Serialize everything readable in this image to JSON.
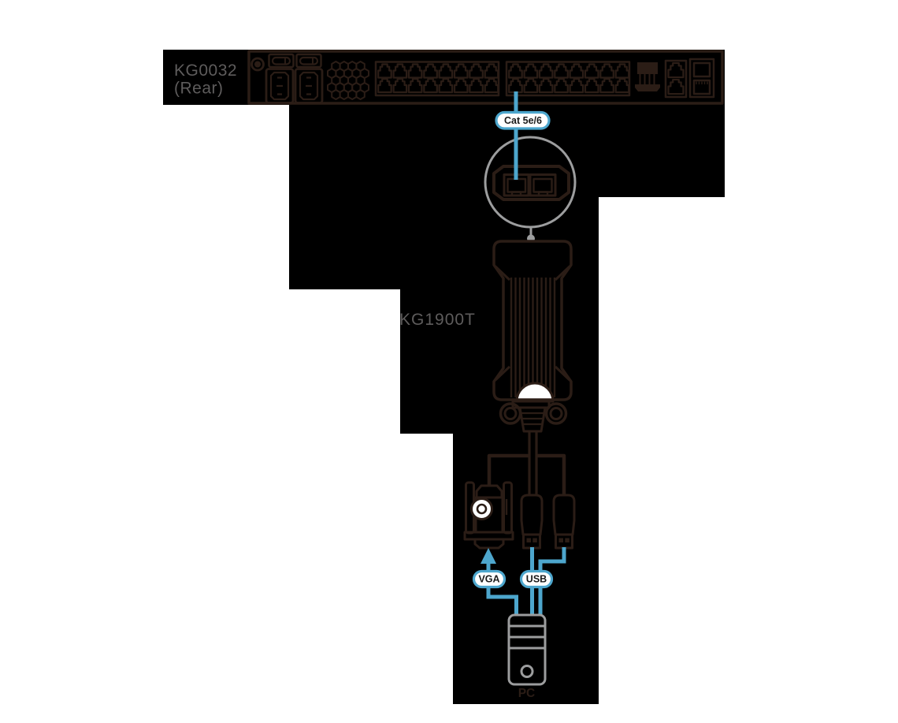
{
  "labels": {
    "rack_line1": "KG0032",
    "rack_line2": "(Rear)",
    "adapter": "KG1900T",
    "cable_badge": "Cat 5e/6",
    "vga_badge": "VGA",
    "usb_badge": "USB",
    "pc": "PC"
  },
  "colors": {
    "background": "#ffffff",
    "canvas_black": "#000000",
    "line_art": "#2b1d16",
    "accent_blue": "#4da6cd",
    "neutral_gray": "#9c9d9e",
    "label_gray": "#5e5c5c"
  }
}
